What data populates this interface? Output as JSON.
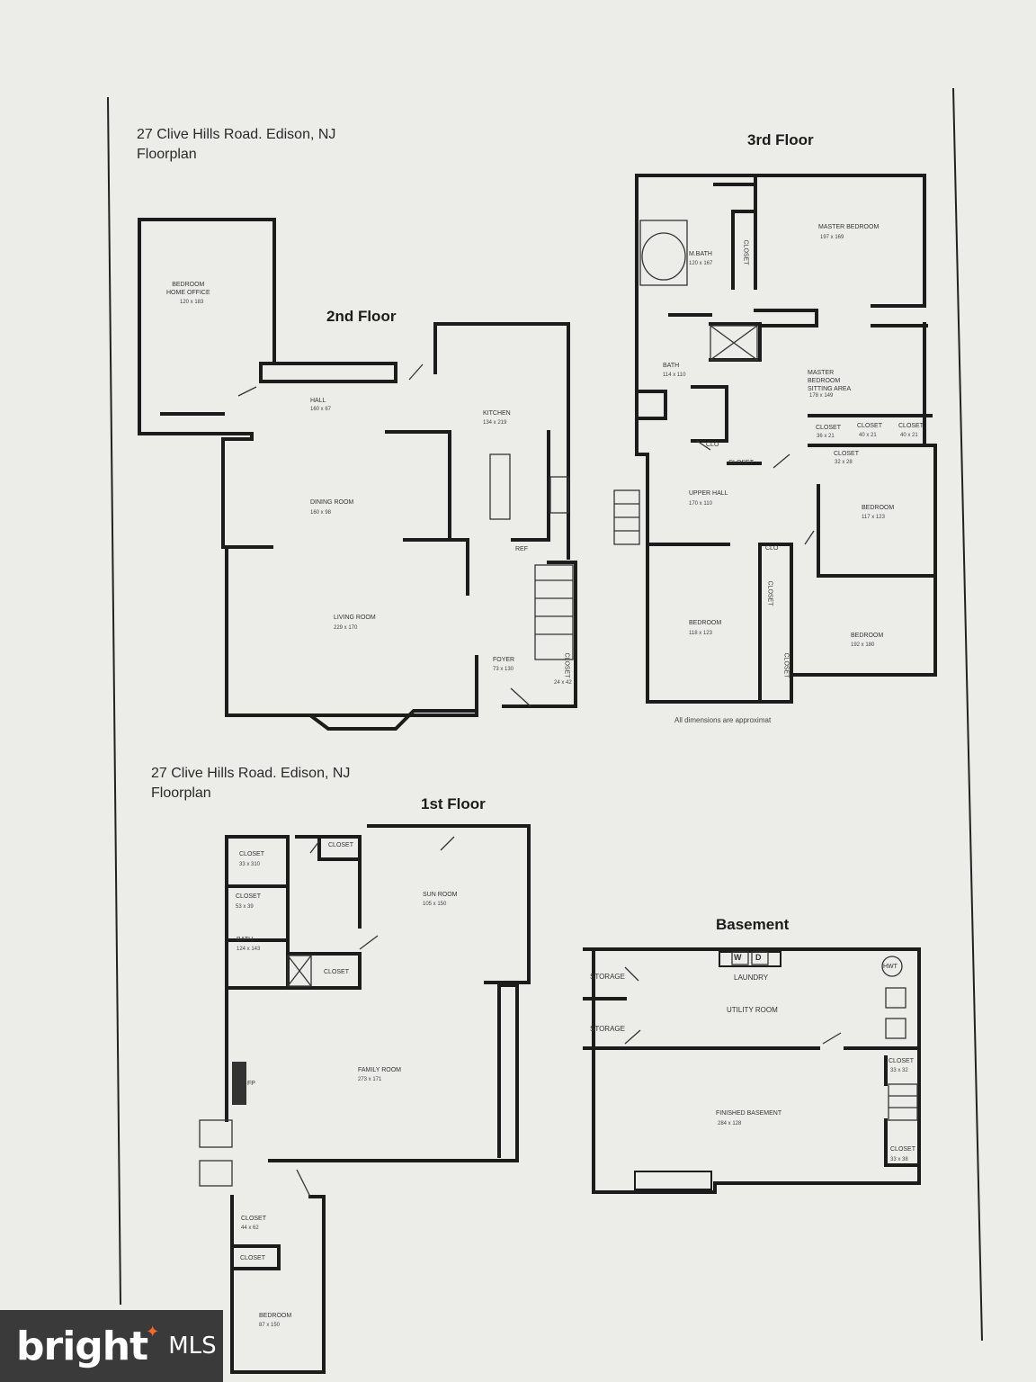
{
  "header_top": {
    "address": "27 Clive Hills Road. Edison, NJ",
    "subtitle": "Floorplan"
  },
  "header_bottom": {
    "address": "27 Clive Hills Road. Edison, NJ",
    "subtitle": "Floorplan"
  },
  "floors": {
    "second": "2nd Floor",
    "third": "3rd Floor",
    "first": "1st Floor",
    "basement": "Basement"
  },
  "second_floor": {
    "bedroom_office": {
      "name": "BEDROOM\nHOME OFFICE",
      "dim": "120 x 183"
    },
    "hall": {
      "name": "HALL",
      "dim": "160 x 67"
    },
    "kitchen": {
      "name": "KITCHEN",
      "dim": "134 x 219"
    },
    "dining": {
      "name": "DINING ROOM",
      "dim": "160 x 98"
    },
    "living": {
      "name": "LIVING ROOM",
      "dim": "229 x 170"
    },
    "foyer": {
      "name": "FOYER",
      "dim": "73 x 130"
    },
    "ref": "REF",
    "closet": {
      "name": "CLOSET",
      "dim": "24 x 42"
    }
  },
  "third_floor": {
    "mbath": {
      "name": "M.BATH",
      "dim": "120 x 167"
    },
    "master": {
      "name": "MASTER BEDROOM",
      "dim": "197 x 169"
    },
    "closet_a": "CLOSET",
    "bath": {
      "name": "BATH",
      "dim": "114 x 110"
    },
    "sitting": {
      "name": "MASTER\nBEDROOM\nSITTING AREA",
      "dim": "178 x 149"
    },
    "closet_b": {
      "name": "CLOSET",
      "dim": "36 x 21"
    },
    "closet_c": {
      "name": "CLOSET",
      "dim": "40 x 21"
    },
    "closet_d": {
      "name": "CLOSET",
      "dim": "40 x 21"
    },
    "closet_e": {
      "name": "CLOSET",
      "dim": "32 x 28"
    },
    "clo": "CLO",
    "closet_f": "CLOSET",
    "upper_hall": {
      "name": "UPPER HALL",
      "dim": "170 x 110"
    },
    "bedroom_ne": {
      "name": "BEDROOM",
      "dim": "117 x 123"
    },
    "bedroom_w": {
      "name": "BEDROOM",
      "dim": "118 x 123"
    },
    "bedroom_se": {
      "name": "BEDROOM",
      "dim": "192 x 180"
    },
    "closet_g": "CLOSET",
    "closet_h": "CLOSET",
    "clo2": "CLO",
    "note": "All dimensions are approximat"
  },
  "first_floor": {
    "closet_1": {
      "name": "CLOSET",
      "dim": "33 x 310"
    },
    "closet_2": {
      "name": "CLOSET",
      "dim": "53 x 39"
    },
    "closet_3": "CLOSET",
    "bath": {
      "name": "BATH",
      "dim": "124 x 143"
    },
    "closet_4": "CLOSET",
    "sun_room": {
      "name": "SUN ROOM",
      "dim": "105 x 150"
    },
    "family": {
      "name": "FAMILY ROOM",
      "dim": "273 x 171"
    },
    "fp": "FP",
    "closet_5": {
      "name": "CLOSET",
      "dim": "44 x 62"
    },
    "closet_6": "CLOSET",
    "bedroom": {
      "name": "BEDROOM",
      "dim": "87 x 150"
    }
  },
  "basement": {
    "storage_1": "STORAGE",
    "storage_2": "STORAGE",
    "w": "W",
    "d": "D",
    "laundry": "LAUNDRY",
    "utility": "UTILITY ROOM",
    "hwt": "HWT",
    "closet_1": {
      "name": "CLOSET",
      "dim": "33 x 32"
    },
    "finished": {
      "name": "FINISHED BASEMENT",
      "dim": "284 x 128"
    },
    "closet_2": {
      "name": "CLOSET",
      "dim": "33 x 38"
    }
  },
  "logo": {
    "brand": "bright",
    "suffix": "MLS"
  },
  "colors": {
    "paper": "#ecece8",
    "wall": "#1c1c1c",
    "logo_bg": "#3a3a3a",
    "logo_accent": "#f26a2e"
  }
}
